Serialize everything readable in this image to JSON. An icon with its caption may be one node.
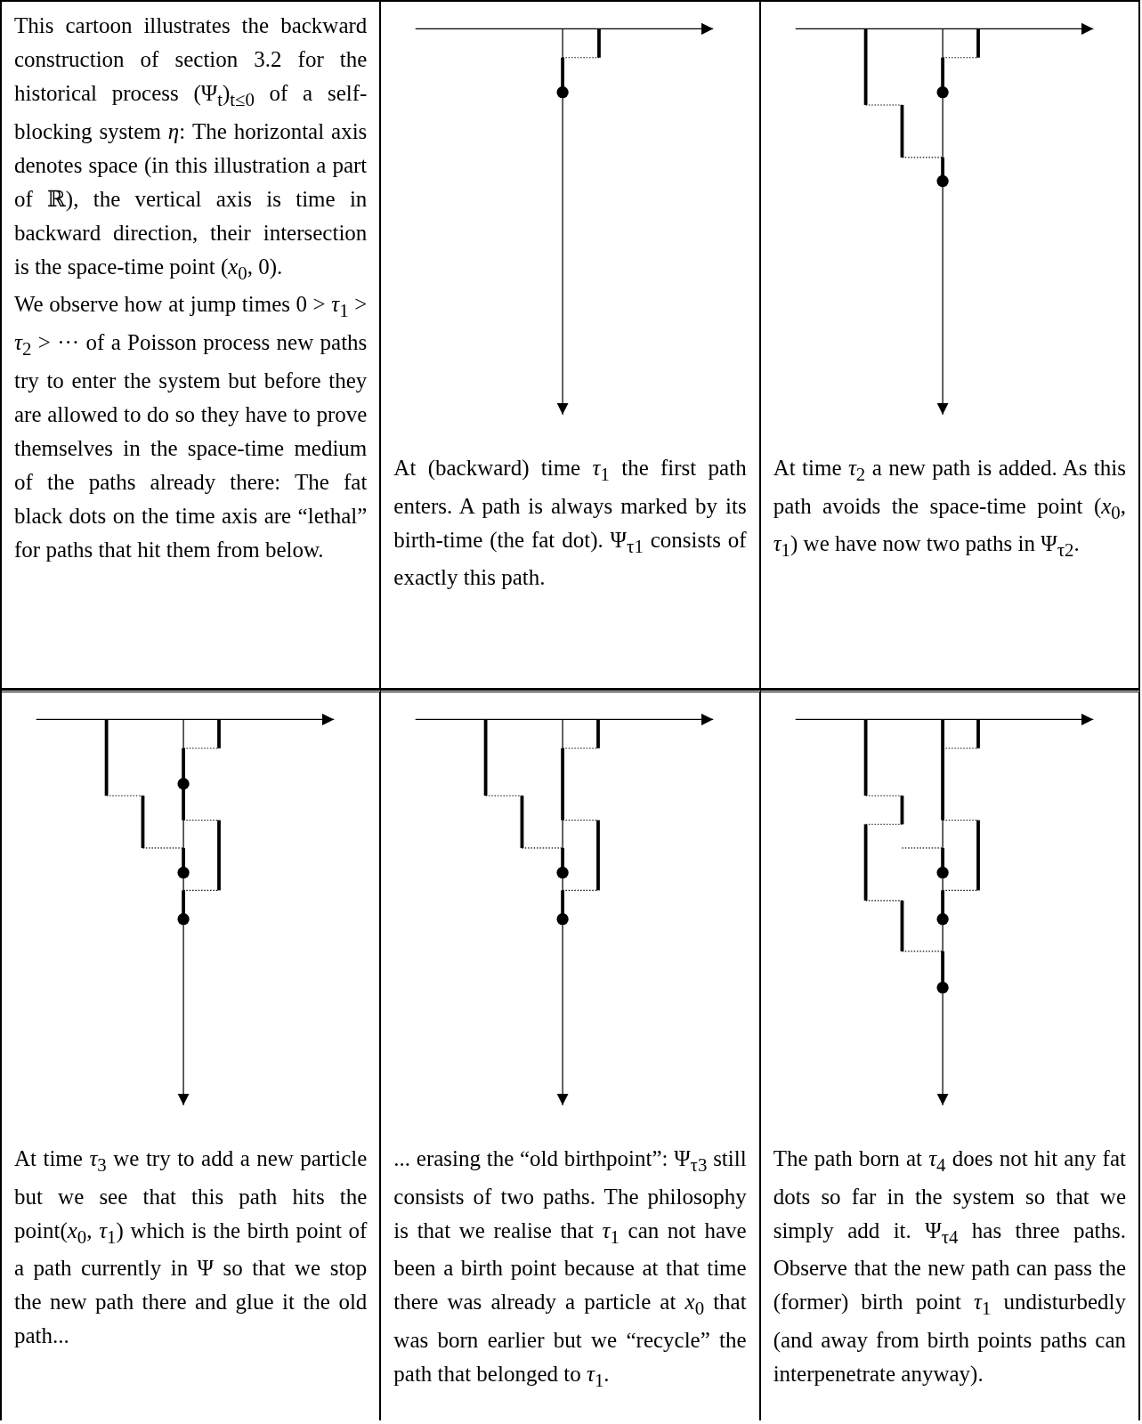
{
  "diagram": {
    "nodes": [
      {
        "text": [
          "This cartoon illustrates the backward construction of section 3.2 for the historical process (Ψ$_{t}$)$_{t≤0}$ of a self-blocking system *η*: The horizontal axis denotes space (in this illustration a part of ℝ), the vertical axis is time in backward direction, their intersection is the space-time point (*x*$_{0}$, 0).",
          "We observe how at jump times 0 > *τ*$_{1}$ > *τ*$_{2}$ > ··· of a Poisson process new paths try to enter the system but before they are allowed to do so they have to prove themselves in the space-time medium of the paths already there: The fat black dots on the time axis are “lethal” for paths that hit them from below."
        ]
      },
      {
        "text": [
          "At (backward) time *τ*$_{1}$ the first path enters. A path is always marked by its birth-time (the fat dot). Ψ$_{τ1}$ consists of exactly this path."
        ]
      },
      {
        "text": [
          "At time *τ*$_{2}$ a new path is added. As this path avoids the space-time point (*x*$_{0}$, *τ*$_{1}$) we have now two paths in Ψ$_{τ2}$."
        ]
      },
      {
        "text": [
          "At time *τ*$_{3}$ we try to add a new particle but we see that this path hits the point(*x*$_{0}$, *τ*$_{1}$) which is the birth point of a path currently in Ψ so that we stop the new path there and glue it the old path..."
        ]
      },
      {
        "text": [
          "... erasing the “old birthpoint”: Ψ$_{τ3}$ still consists of two paths. The philosophy is that we realise that *τ*$_{1}$ can not have been a birth point because at that time there was already a particle at *x*$_{0}$ that was born earlier but we “recycle” the path that belonged to *τ*$_{1}$."
        ]
      },
      {
        "text": [
          "The path born at *τ*$_{4}$ does not hit any fat dots so far in the system so that we simply add it. Ψ$_{τ4}$ has three paths. Observe that the new path can pass the (former) birth point *τ*$_{1}$ undisturbedly (and away from birth points paths can interpenetrate anyway)."
        ]
      }
    ]
  }
}
